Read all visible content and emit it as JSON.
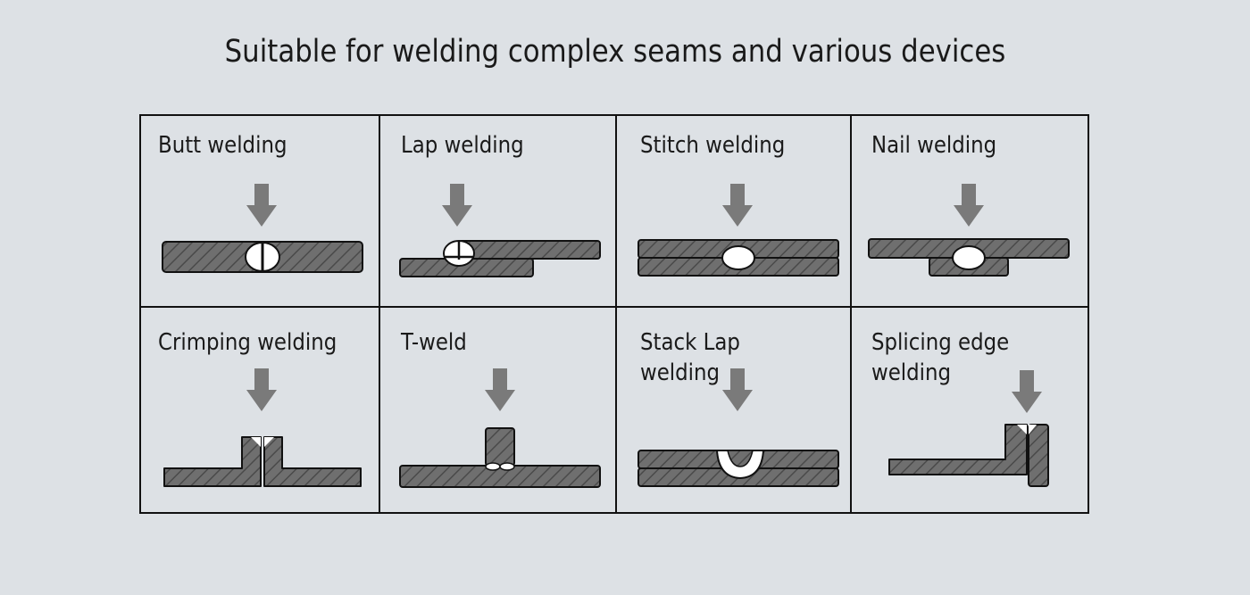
{
  "title": "Suitable for welding complex seams and various devices",
  "colors": {
    "background": "#dde1e5",
    "plate_fill": "#6f6f6f",
    "hatch_line": "#4a4a4a",
    "arrow": "#7a7a7a",
    "weld": "#ffffff",
    "border": "#111111"
  },
  "cells": [
    {
      "id": "butt",
      "label": "Butt welding",
      "icon": "butt-weld-icon"
    },
    {
      "id": "lap",
      "label": "Lap welding",
      "icon": "lap-weld-icon"
    },
    {
      "id": "stitch",
      "label": "Stitch welding",
      "icon": "stitch-weld-icon"
    },
    {
      "id": "nail",
      "label": "Nail welding",
      "icon": "nail-weld-icon"
    },
    {
      "id": "crimping",
      "label": "Crimping welding",
      "icon": "crimping-weld-icon"
    },
    {
      "id": "tweld",
      "label": "T-weld",
      "icon": "t-weld-icon"
    },
    {
      "id": "stacklap",
      "label": "Stack Lap welding",
      "icon": "stack-lap-weld-icon"
    },
    {
      "id": "splicing",
      "label": "Splicing edge\nwelding",
      "icon": "splicing-edge-weld-icon"
    }
  ]
}
